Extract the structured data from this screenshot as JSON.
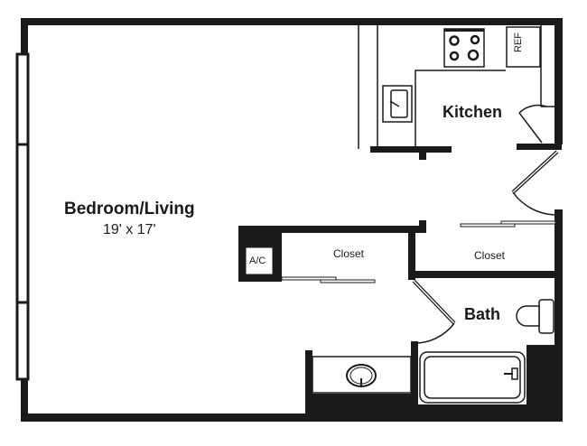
{
  "floorplan": {
    "rooms": {
      "bedroom_living": {
        "label": "Bedroom/Living",
        "dimensions": "19' x 17'"
      },
      "kitchen": {
        "label": "Kitchen"
      },
      "bath": {
        "label": "Bath"
      },
      "closet_left": {
        "label": "Closet"
      },
      "closet_right": {
        "label": "Closet"
      }
    },
    "fixtures": {
      "ac": {
        "label": "A/C"
      },
      "refrigerator": {
        "label": "REF"
      }
    },
    "colors": {
      "wall": "#1a1a1a",
      "background": "#ffffff"
    }
  }
}
